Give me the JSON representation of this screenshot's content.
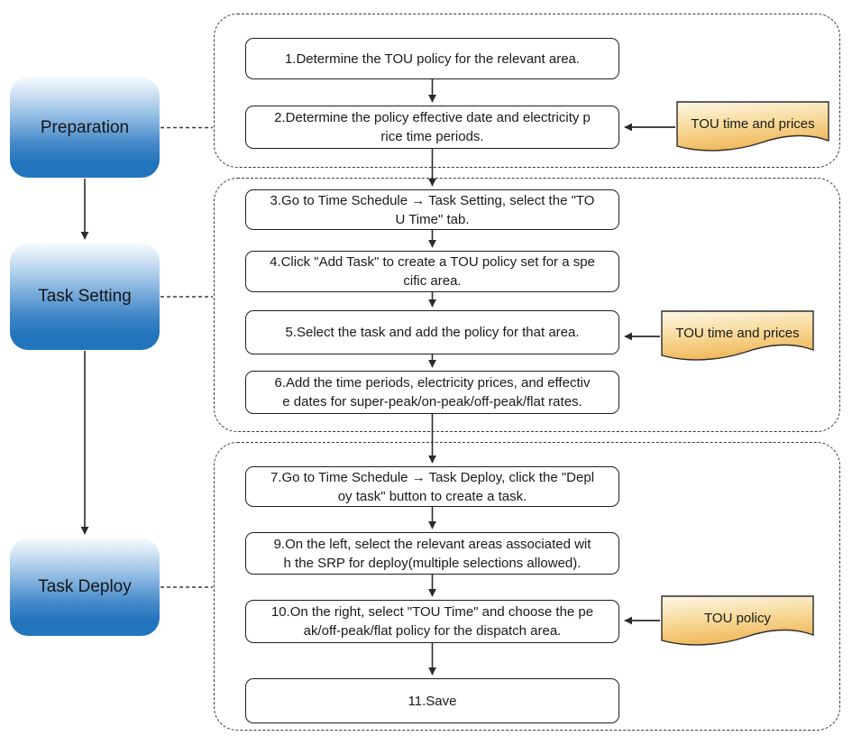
{
  "stages": [
    {
      "label": "Preparation"
    },
    {
      "label": "Task Setting"
    },
    {
      "label": "Task Deploy"
    }
  ],
  "groups": [
    {
      "name": "preparation-steps",
      "steps": [
        {
          "text": "1.Determine the TOU policy for the relevant area."
        },
        {
          "text": "2.Determine the policy effective date and electricity p\nrice time periods."
        }
      ]
    },
    {
      "name": "task-setting-steps",
      "steps": [
        {
          "text": "3.Go to Time Schedule → Task Setting, select the \"TO\nU Time\" tab."
        },
        {
          "text": "4.Click \"Add Task\" to create a TOU policy set for a spe\ncific area."
        },
        {
          "text": "5.Select the task and add the policy for that area."
        },
        {
          "text": "6.Add the time periods, electricity prices, and effectiv\ne dates for super-peak/on-peak/off-peak/flat rates."
        }
      ]
    },
    {
      "name": "task-deploy-steps",
      "steps": [
        {
          "text": "7.Go to Time Schedule → Task Deploy, click the \"Depl\noy task\" button to create a task."
        },
        {
          "text": "9.On the left, select the relevant areas associated wit\nh the SRP for deploy(multiple selections allowed)."
        },
        {
          "text": "10.On the right, select \"TOU Time\" and choose the pe\nak/off-peak/flat policy for the dispatch area."
        },
        {
          "text": "11.Save"
        }
      ]
    }
  ],
  "documents": [
    {
      "label": "TOU time and prices"
    },
    {
      "label": "TOU time and prices"
    },
    {
      "label": "TOU policy"
    }
  ],
  "colors": {
    "stage_gradient_top": "#f4fafe",
    "stage_gradient_bottom": "#2376bd",
    "doc_gradient_top": "#fdf7e8",
    "doc_gradient_bottom": "#f0b85c",
    "line": "#2b2b2b"
  }
}
